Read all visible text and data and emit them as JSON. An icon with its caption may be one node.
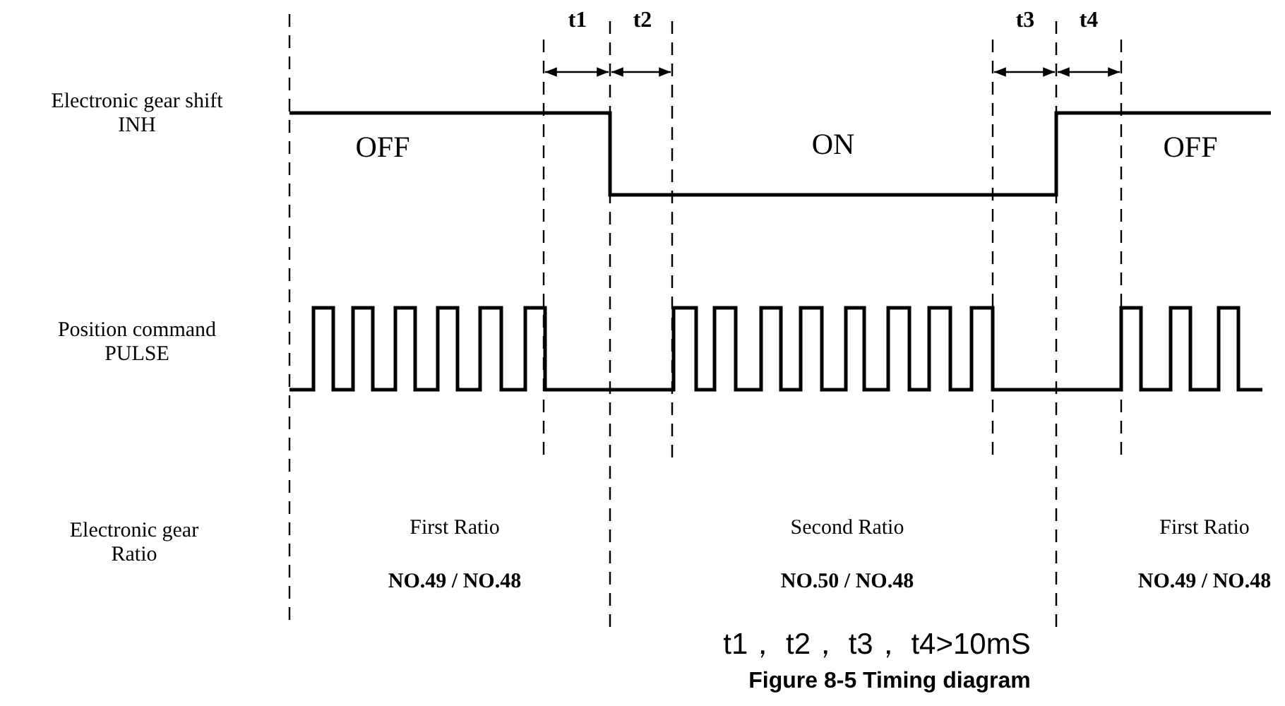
{
  "diagram": {
    "caption": "Figure 8-5 Timing diagram",
    "labels": [
      "t1",
      "t2",
      "t3",
      "t4",
      "Electronic gear shift INH",
      "OFF",
      "ON",
      "OFF",
      "Position command PULSE",
      "Electronic gear Ratio",
      "First Ratio",
      "Second Ratio",
      "First Ratio",
      "NO.49 / NO.48",
      "NO.50 / NO.48",
      "NO.49 / NO.48",
      "t1， t2， t3， t4>10mS"
    ]
  }
}
